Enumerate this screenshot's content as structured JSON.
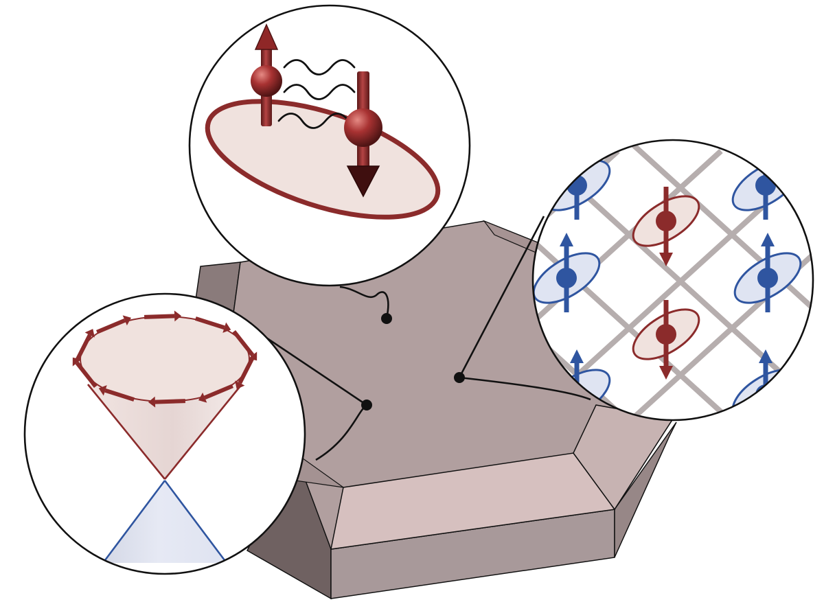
{
  "colors": {
    "background": "#ffffff",
    "crystal_top": "#b19f9f",
    "crystal_bevel_light": "#d6c0bf",
    "crystal_bevel_mid": "#a8999a",
    "crystal_side_dark": "#6f6161",
    "crystal_side_mid": "#8a7b7b",
    "red_accent": "#8b2b2b",
    "red_fill": "#f0e2de",
    "blue_accent": "#2f55a0",
    "blue_fill": "#dfe4f2",
    "lattice_bond": "#b6aeae",
    "outline": "#111111"
  },
  "insets": [
    {
      "name": "cooper-pair",
      "glyphs": [
        "spin-up-electron-icon",
        "spin-down-electron-icon",
        "phonon-wave-icon"
      ]
    },
    {
      "name": "dirac-cone",
      "glyphs": [
        "helical-spin-texture-icon",
        "upper-cone-icon",
        "lower-cone-icon"
      ]
    },
    {
      "name": "antiferromagnetic-lattice",
      "glyphs": [
        "spin-up-blue-icon",
        "spin-down-red-icon",
        "lattice-bond-icon"
      ]
    }
  ],
  "lattice_spins": [
    {
      "site": "top-left",
      "spin": "up"
    },
    {
      "site": "top-right",
      "spin": "up"
    },
    {
      "site": "center-top",
      "spin": "down"
    },
    {
      "site": "middle-left",
      "spin": "up"
    },
    {
      "site": "middle-right",
      "spin": "up"
    },
    {
      "site": "center-bottom",
      "spin": "down"
    },
    {
      "site": "bottom-left",
      "spin": "up"
    },
    {
      "site": "bottom-right",
      "spin": "up"
    }
  ]
}
